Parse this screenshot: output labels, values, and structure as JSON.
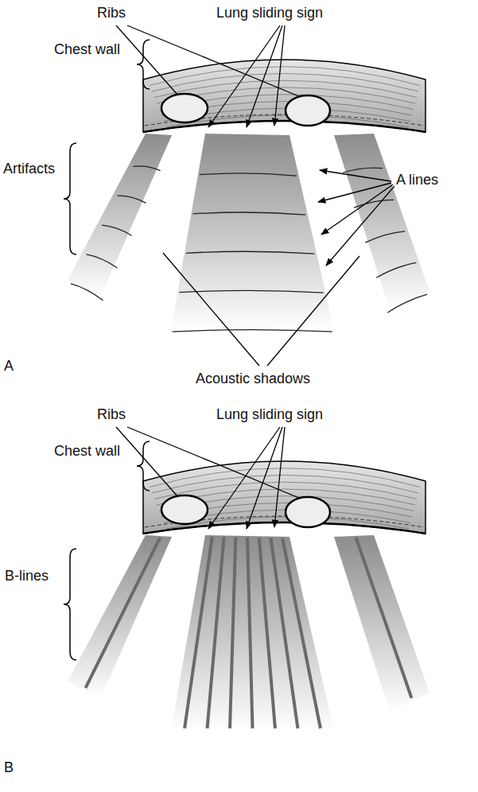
{
  "diagram": {
    "labels": [
      "Ribs",
      "Lung sliding sign",
      "Chest wall",
      "Artifacts",
      "A lines",
      "Acoustic shadows",
      "A",
      "Ribs",
      "Lung sliding sign",
      "Chest wall",
      "B-lines",
      "B"
    ]
  }
}
